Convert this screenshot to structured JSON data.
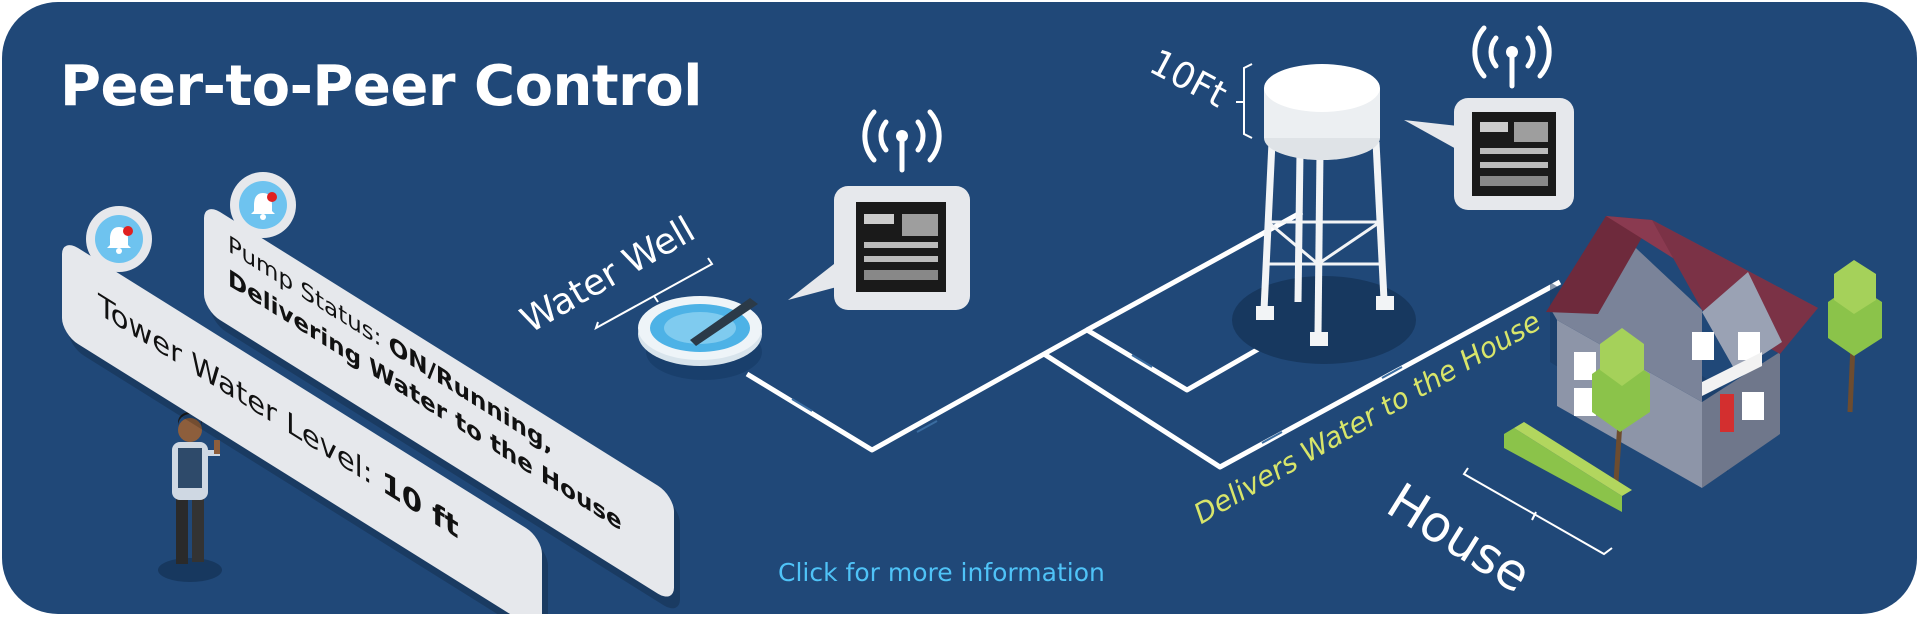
{
  "title": "Peer-to-Peer Control",
  "cta": "Click for more information",
  "cards": {
    "pump": {
      "line1_prefix": "Pump Status: ",
      "line1_bold": "ON/Running,",
      "line2": "Delivering Water to the House"
    },
    "tower": {
      "prefix": "Tower Water Level: ",
      "bold": "10 ft"
    }
  },
  "labels": {
    "well": "Water Well",
    "tower_height": "10Ft",
    "delivers": "Delivers Water to the House",
    "house": "House"
  },
  "icons": [
    "bell-icon",
    "wifi-icon",
    "controller-device",
    "water-tower",
    "water-well",
    "house",
    "person",
    "tree"
  ],
  "colors": {
    "background": "#204878",
    "title": "#ffffff",
    "cta": "#4fc3f7",
    "delivers_label": "#d8e56a",
    "bell": "#6ec3ef",
    "alert_dot": "#e02020",
    "pipe": "#ffffff"
  }
}
